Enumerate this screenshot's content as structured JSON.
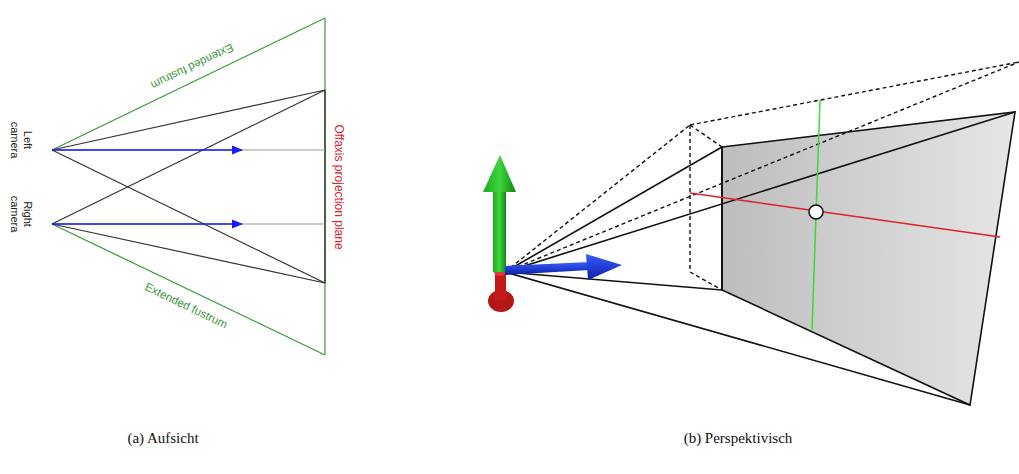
{
  "diagram": {
    "labels": [
      "Left camera",
      "Right camera",
      "Offaxis projection plane",
      "Extended fustrum",
      "Extended fustrum",
      "(a) Aufsicht",
      "(b) Perspektivisch"
    ]
  }
}
